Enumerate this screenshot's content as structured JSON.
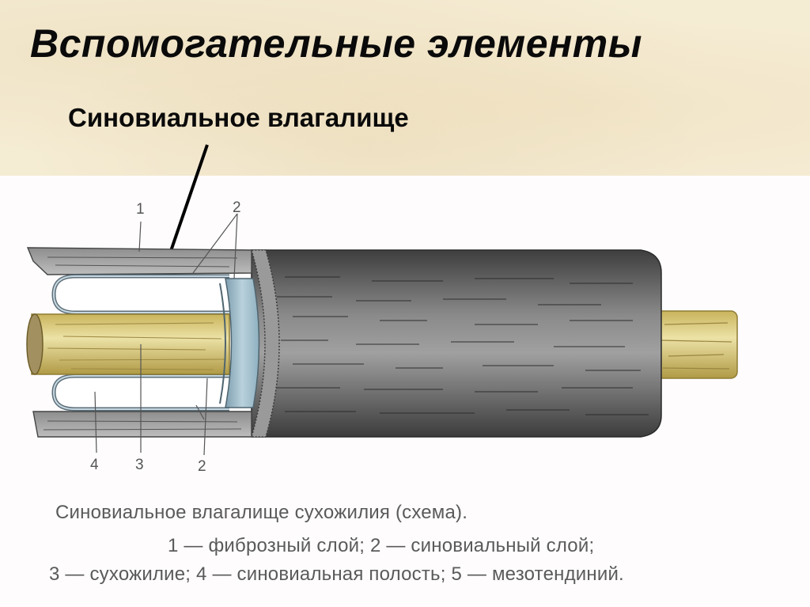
{
  "slide": {
    "title": "Вспомогательные элементы",
    "subtitle": "Синовиальное влагалище"
  },
  "diagram": {
    "labels": {
      "l1": "1",
      "l2_top": "2",
      "l2_bottom": "2",
      "l3": "3",
      "l4": "4"
    },
    "colors": {
      "header_bg": "#f5ecd4",
      "tendon": "#d8c77a",
      "fibrous_layer": "#6b6b6b",
      "synovial_layer": "#a9c4d2",
      "cavity": "#ffffff"
    }
  },
  "caption": {
    "line1": "Синовиальное влагалище сухожилия (схема).",
    "line2": "1 — фиброзный слой;  2 — синовиальный слой;",
    "line3": "3 — сухожилие; 4 — синовиальная полость; 5 — мезотендиний."
  }
}
